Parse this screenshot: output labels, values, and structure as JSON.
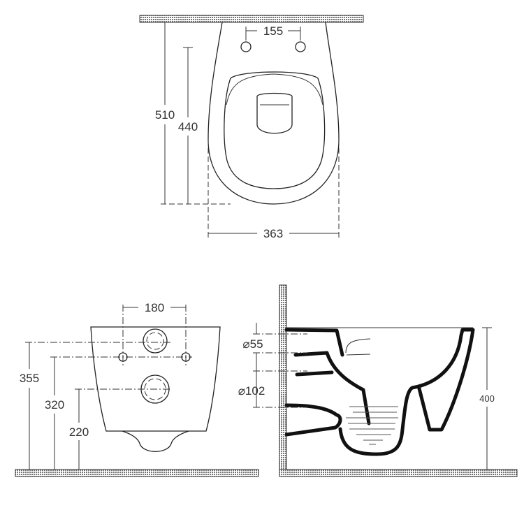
{
  "top_view": {
    "dim_holes": "155",
    "dim_total_length": "510",
    "dim_hole_to_front": "440",
    "dim_width": "363"
  },
  "front_view": {
    "dim_holes": "180",
    "dim_height_upper": "355",
    "dim_height_holes": "320",
    "dim_height_outlet": "220"
  },
  "side_view": {
    "dim_inlet": "⌀55",
    "dim_outlet": "⌀102",
    "dim_height": "400"
  },
  "colors": {
    "line": "#111111",
    "hatch": "#888888"
  }
}
